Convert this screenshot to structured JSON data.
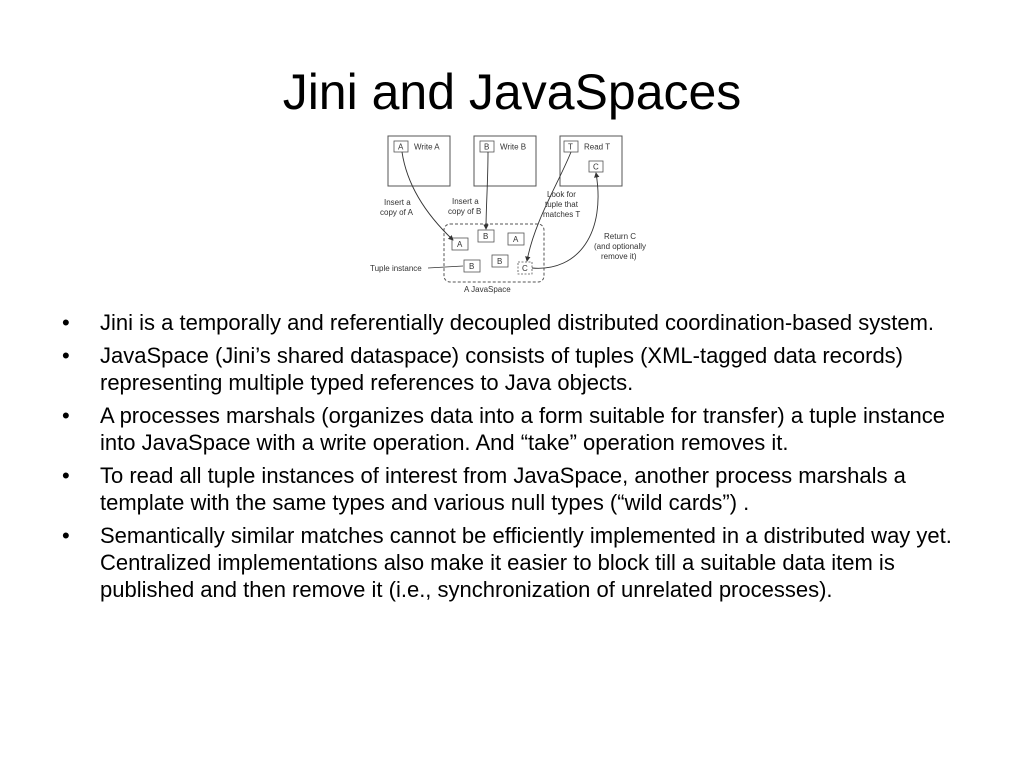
{
  "slide": {
    "title": "Jini and JavaSpaces"
  },
  "diagram": {
    "process_write_a": "Write A",
    "process_write_b": "Write B",
    "process_read_t": "Read T",
    "tuple_a": "A",
    "tuple_b": "B",
    "tuple_t": "T",
    "tuple_c": "C",
    "insert_a_line1": "Insert a",
    "insert_a_line2": "copy of A",
    "insert_b_line1": "Insert a",
    "insert_b_line2": "copy of B",
    "lookup_line1": "Look for",
    "lookup_line2": "tuple that",
    "lookup_line3": "matches T",
    "return_line1": "Return C",
    "return_line2": "(and optionally",
    "return_line3": "remove it)",
    "tuple_instance_label": "Tuple instance",
    "space_label": "A JavaSpace"
  },
  "bullets": [
    "Jini is a temporally and referentially decoupled distributed coordination-based system.",
    "JavaSpace (Jini’s shared dataspace) consists of tuples (XML-tagged data records) representing multiple typed references to Java objects.",
    "A processes marshals (organizes data into a form suitable for transfer) a tuple instance into JavaSpace with a write operation. And “take” operation removes it.",
    "To read all tuple instances of interest from JavaSpace, another process marshals a template with the same types and various null types (“wild cards”) .",
    "Semantically similar matches cannot be efficiently implemented in a distributed way yet. Centralized implementations also make it easier to block till a suitable data item is published and then remove it (i.e., synchronization of unrelated processes)."
  ],
  "bullet_symbol": "•"
}
